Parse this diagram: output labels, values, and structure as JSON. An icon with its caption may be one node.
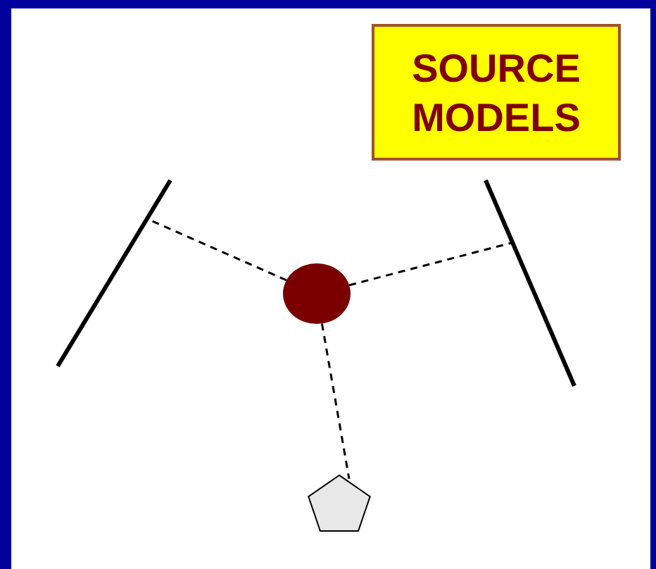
{
  "diagram": {
    "title": "SOURCE MODELS",
    "nodes": [
      {
        "text": [],
        "shape": "bar"
      },
      {
        "text": [],
        "shape": "circle"
      },
      {
        "text": [],
        "shape": "bar"
      },
      {
        "text": [],
        "shape": "pentagon"
      }
    ],
    "edges": [
      {
        "from": 1,
        "to": 0,
        "arrow": "none",
        "style": "dashed"
      },
      {
        "from": 1,
        "to": 2,
        "arrow": "none",
        "style": "dashed"
      },
      {
        "from": 1,
        "to": 3,
        "arrow": "none",
        "style": "dashed"
      }
    ]
  }
}
